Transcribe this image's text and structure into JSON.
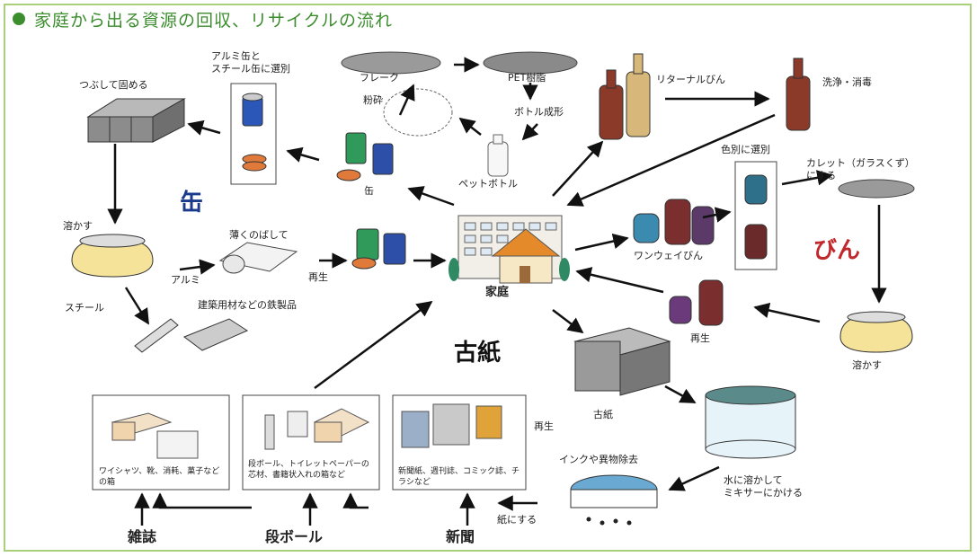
{
  "title": "家庭から出る資源の回収、リサイクルの流れ",
  "colors": {
    "title": "#3c8d2e",
    "frame": "#a9cf7a",
    "can_label": "#1a3a8c",
    "bottle_label": "#c0282c"
  },
  "center": {
    "label": "家庭"
  },
  "sections": {
    "can": "缶",
    "bottle": "びん",
    "paper": "古紙"
  },
  "labels": {
    "crush": "つぶして固める",
    "sort_cans": "アルミ缶と\nスチール缶に選別",
    "flake": "フレーク",
    "pet_resin": "PET樹脂",
    "pulverize": "粉砕",
    "bottle_forming": "ボトル成形",
    "can": "缶",
    "pet_bottle": "ペットボトル",
    "returnable": "リターナルびん",
    "wash": "洗浄・消毒",
    "color_sort": "色別に選別",
    "cullet": "カレット（ガラスくず）\nにする",
    "one_way": "ワンウェイびん",
    "melt_can": "溶かす",
    "stretch": "薄くのばして",
    "alumi": "アルミ",
    "regen_can": "再生",
    "steel": "スチール",
    "building": "建築用材などの鉄製品",
    "melt_bottle": "溶かす",
    "regen_bottle": "再生",
    "kogami": "古紙",
    "ink": "インクや異物除去",
    "mixer": "水に溶かして\nミキサーにかける",
    "make_paper": "紙にする",
    "regen_paper": "再生"
  },
  "boxes": {
    "magazine_products": "ワイシャツ、靴、消耗、菓子などの箱",
    "cardboard_products": "段ボール、トイレットペーパーの芯材、書籍状入れの箱など",
    "newspaper_products": "新聞紙、週刊誌、コミック誌、チラシなど"
  },
  "sources": {
    "magazine": "雑誌",
    "cardboard": "段ボール",
    "newspaper": "新聞"
  }
}
